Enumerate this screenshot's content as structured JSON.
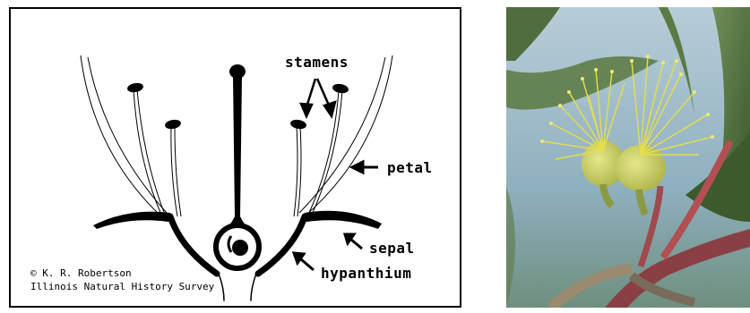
{
  "diagram": {
    "labels": {
      "stamens": "stamens",
      "petal": "petal",
      "sepal": "sepal",
      "hypanthium": "hypanthium"
    },
    "credit": {
      "line1": "© K. R. Robertson",
      "line2": "Illinois Natural History Survey"
    }
  },
  "colors": {
    "ink": "#000000",
    "sky": "#9bb8c8",
    "stamen_yellow": "#e8e050",
    "stem_red": "#a8464a",
    "leaf_green": "#4a6a38"
  }
}
